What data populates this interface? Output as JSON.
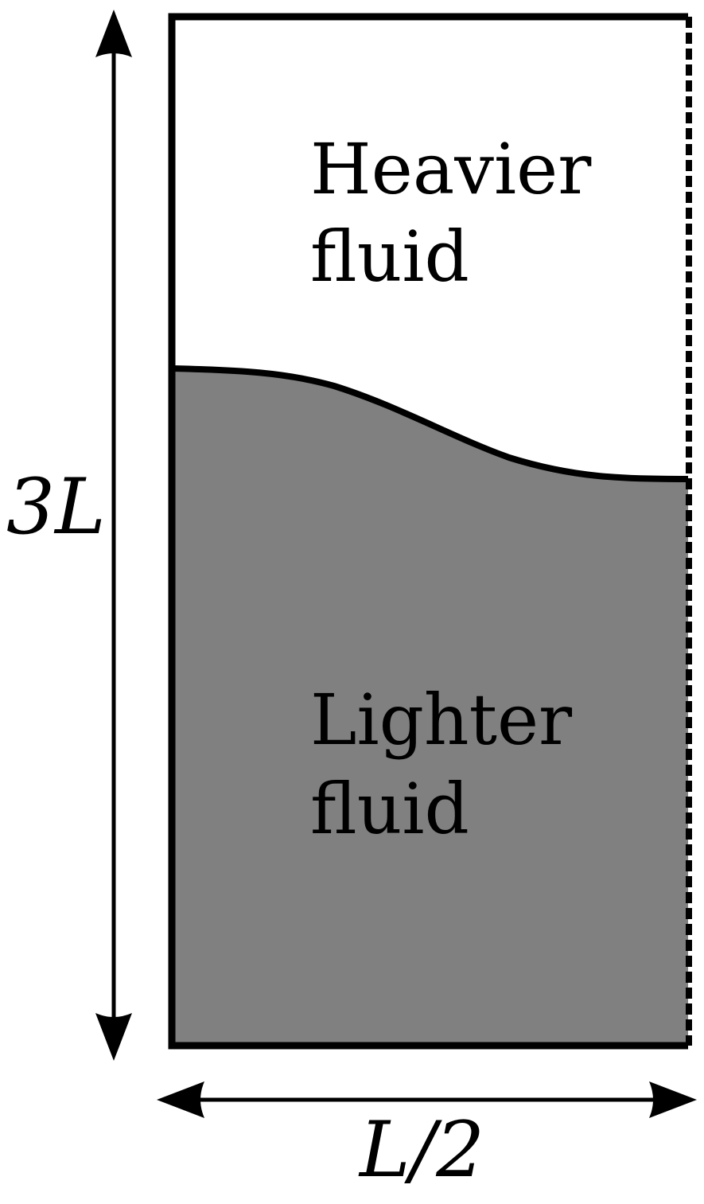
{
  "diagram": {
    "upper_region": {
      "label_line1": "Heavier",
      "label_line2": "fluid"
    },
    "lower_region": {
      "label_line1": "Lighter",
      "label_line2": "fluid"
    },
    "height_dimension": {
      "label": "3L"
    },
    "width_dimension": {
      "label": "L/2"
    },
    "colors": {
      "heavier_fluid": "#ffffff",
      "lighter_fluid": "#808080",
      "outline": "#000000"
    },
    "boundary_styles": {
      "left_top_bottom_walls": "solid",
      "right_boundary": "dashed"
    }
  }
}
